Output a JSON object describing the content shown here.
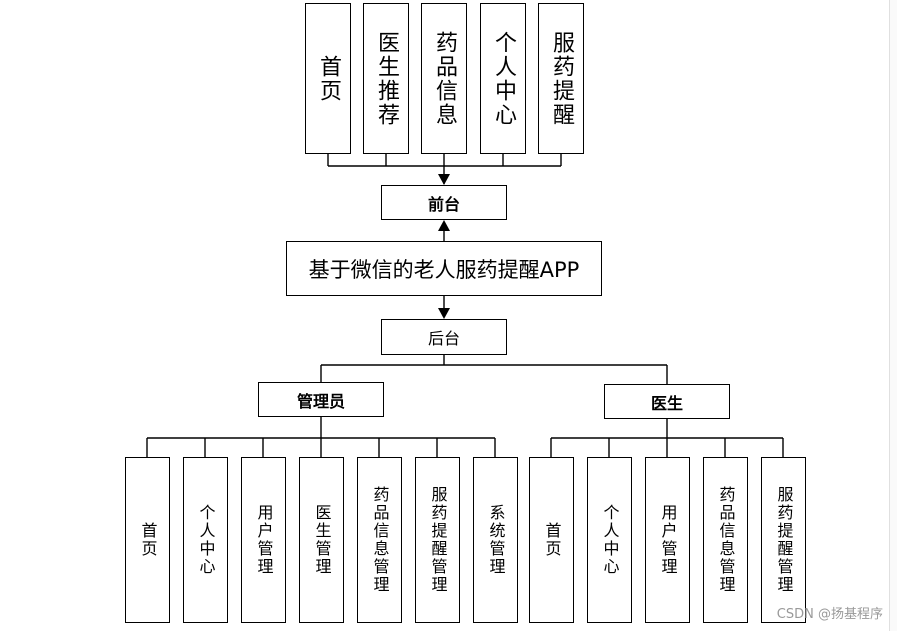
{
  "diagram": {
    "center_title": "基于微信的老人服药提醒APP",
    "frontend": {
      "label": "前台",
      "modules": [
        "首页",
        "医生推荐",
        "药品信息",
        "个人中心",
        "服药提醒"
      ]
    },
    "backend": {
      "label": "后台",
      "roles": [
        {
          "label": "管理员",
          "modules": [
            "首页",
            "个人中心",
            "用户管理",
            "医生管理",
            "药品信息管理",
            "服药提醒管理",
            "系统管理"
          ]
        },
        {
          "label": "医生",
          "modules": [
            "首页",
            "个人中心",
            "用户管理",
            "药品信息管理",
            "服药提醒管理"
          ]
        }
      ]
    }
  },
  "watermark": "CSDN @扬基程序"
}
